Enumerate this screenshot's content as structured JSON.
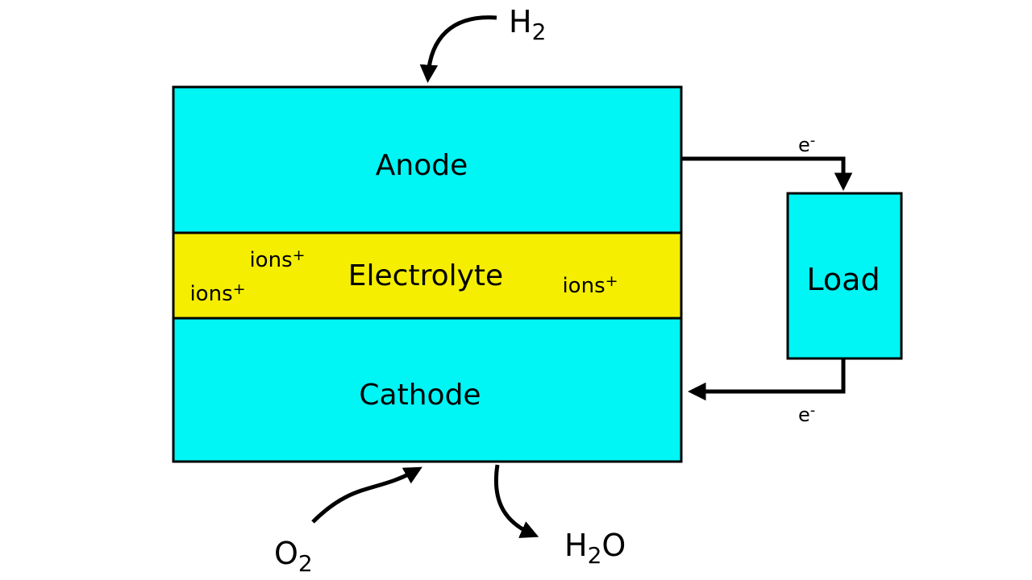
{
  "diagram": {
    "cell": {
      "anode": "Anode",
      "electrolyte": "Electrolyte",
      "cathode": "Cathode"
    },
    "ions": {
      "base": "ions",
      "sup": "+"
    },
    "electron": {
      "base": "e",
      "sup": "-"
    },
    "hydrogen": {
      "base": "H",
      "sub": "2"
    },
    "oxygen": {
      "base": "O",
      "sub": "2"
    },
    "water": {
      "p1": "H",
      "sub": "2",
      "p2": "O"
    },
    "load": "Load",
    "colors": {
      "electrode_fill": "#00f5f5",
      "electrolyte_fill": "#f5ee00",
      "line": "#000000",
      "background": "#ffffff"
    }
  }
}
